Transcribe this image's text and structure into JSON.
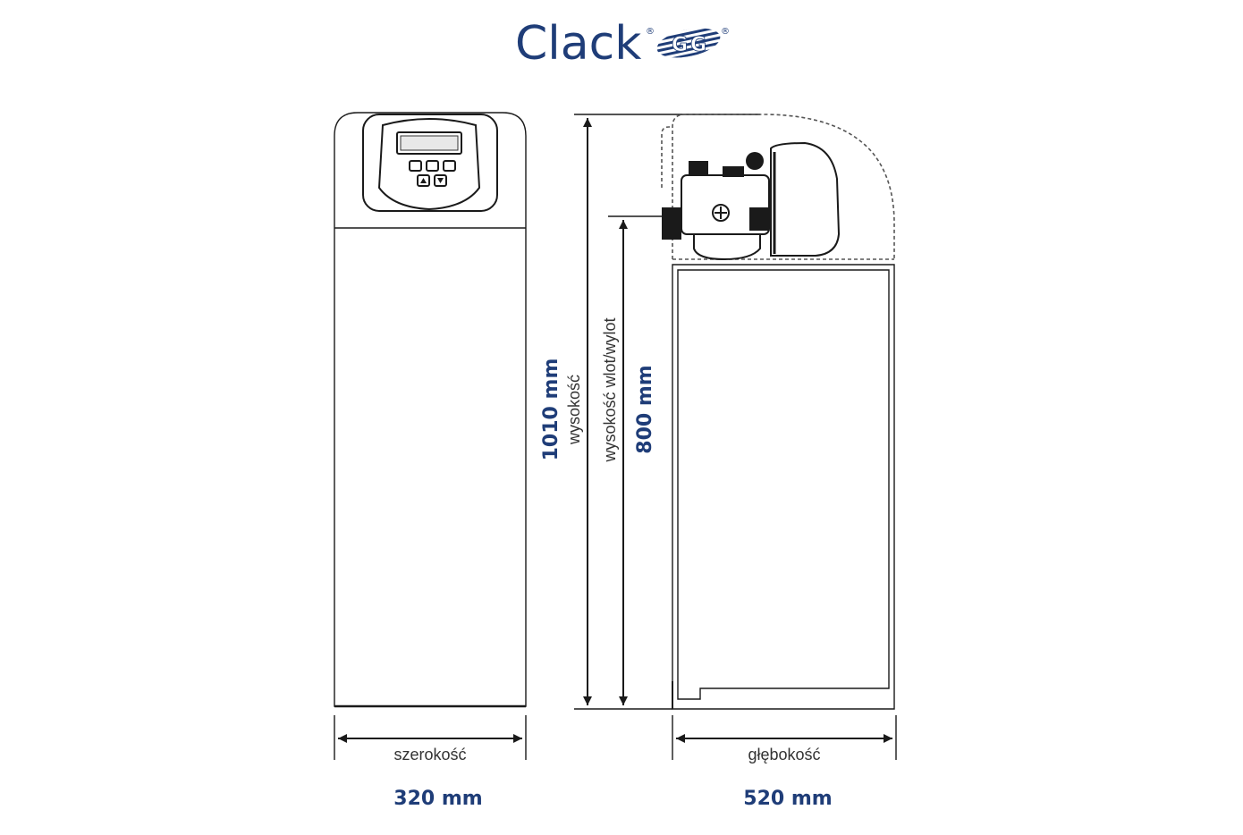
{
  "logo": {
    "text": "Clack",
    "registered": "®"
  },
  "colors": {
    "brand": "#1f3d78",
    "line": "#1a1a1a"
  },
  "labels": {
    "width_label": "szerokość",
    "width_value": "320 mm",
    "depth_label": "głębokość",
    "depth_value": "520 mm",
    "height_value": "1010 mm",
    "height_label": "wysokość",
    "inout_label": "wysokość wlot/wylot",
    "inout_value": "800 mm"
  }
}
